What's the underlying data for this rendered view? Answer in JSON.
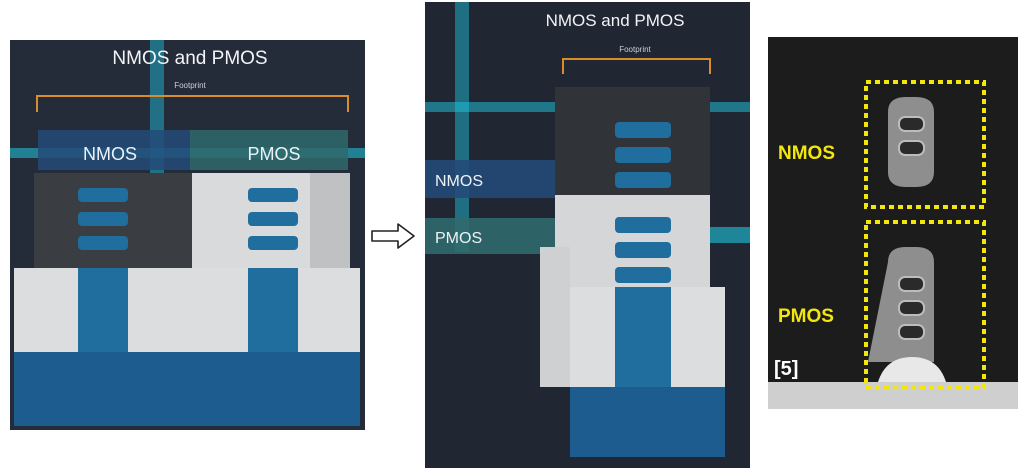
{
  "left_panel": {
    "title": "NMOS and PMOS",
    "footprint": "Footprint",
    "nmos_label": "NMOS",
    "pmos_label": "PMOS"
  },
  "right_panel": {
    "title": "NMOS and PMOS",
    "footprint": "Footprint",
    "nmos_label": "NMOS",
    "pmos_label": "PMOS"
  },
  "tem_image": {
    "nmos_label": "NMOS",
    "pmos_label": "PMOS",
    "citation": "[5]"
  },
  "colors": {
    "channel_blue": "#1f6e9e",
    "substrate_blue": "#1d5c8e",
    "footprint_orange": "#d98c2a",
    "highlight_yellow": "#f2e60a",
    "cyan_glow": "#1fc7e0",
    "nmos_band": "#234a78",
    "pmos_band": "#2f6a6c"
  }
}
